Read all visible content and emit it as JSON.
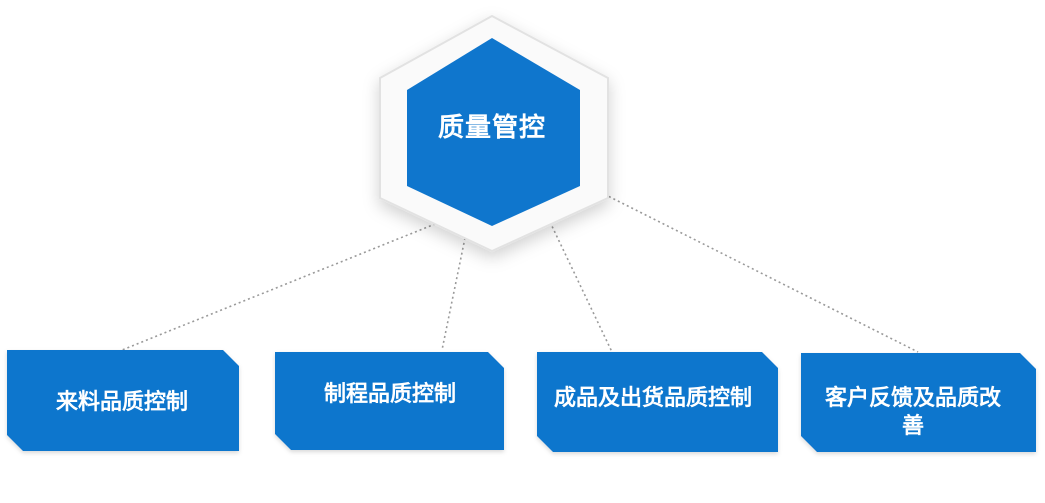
{
  "diagram": {
    "center": {
      "title": "质量管控"
    },
    "boxes": [
      {
        "title": "来料品质控制"
      },
      {
        "title": "制程品质控制"
      },
      {
        "title": "成品及出货品质控制"
      },
      {
        "title": "客户反馈及品质改善"
      }
    ],
    "colors": {
      "primary": "#0f76cd",
      "hex_frame": "#fafafa",
      "hex_frame_border": "#e2e2e2",
      "connector": "#9a9a9a"
    }
  }
}
